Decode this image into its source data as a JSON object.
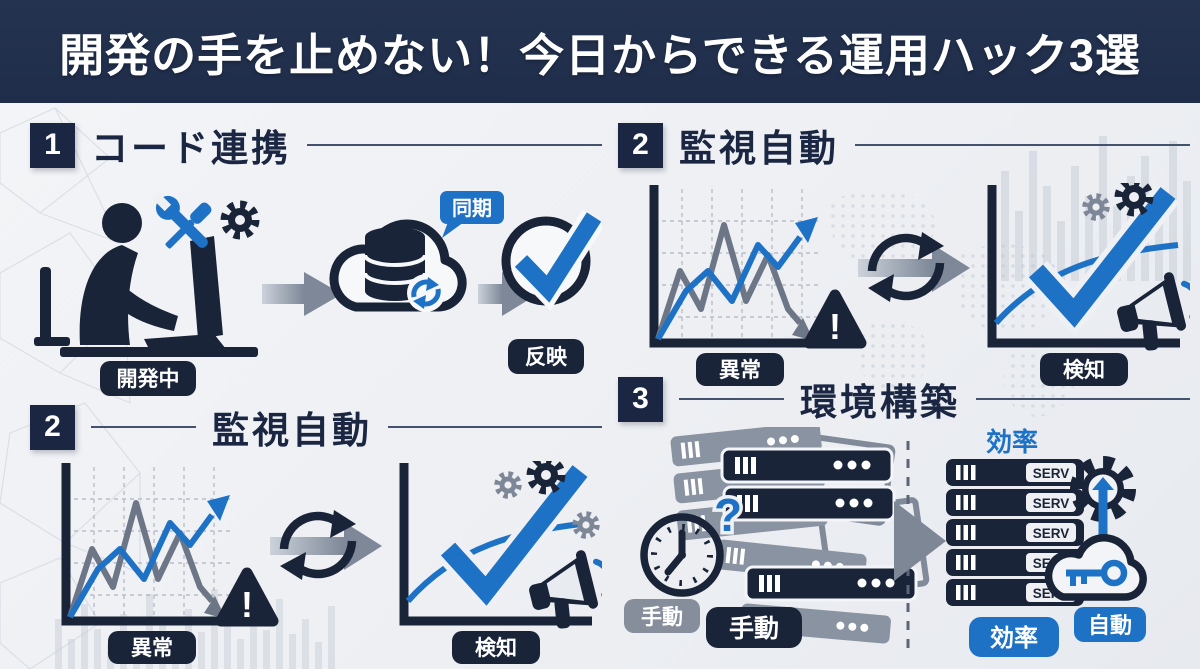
{
  "header": {
    "title": "開発の手を止めない！今日からできる運用ハック3選"
  },
  "sections": {
    "s1": {
      "number": "1",
      "title": "コード連携",
      "labels": {
        "dev": "開発中",
        "sync": "同期",
        "reflect": "反映"
      }
    },
    "s2": {
      "number": "2",
      "title": "監視自動",
      "labels": {
        "anomaly": "異常",
        "detect": "検知",
        "warning": "!"
      }
    },
    "s3": {
      "number": "2",
      "title": "監視自動",
      "labels": {
        "anomaly": "異常",
        "detect": "検知",
        "warning": "!"
      }
    },
    "s4": {
      "number": "3",
      "title": "環境構築",
      "labels": {
        "manual_clock": "手動",
        "manual_stack": "手動",
        "efficiency_caption": "効率",
        "efficiency_badge": "効率",
        "auto": "自動",
        "server_tag": "SERV",
        "question": "?"
      }
    }
  },
  "colors": {
    "header_bg": "#1f2d4b",
    "navy": "#1a2438",
    "blue": "#1e72c6",
    "gray": "#8a93a1",
    "background": "#eef0f4"
  }
}
